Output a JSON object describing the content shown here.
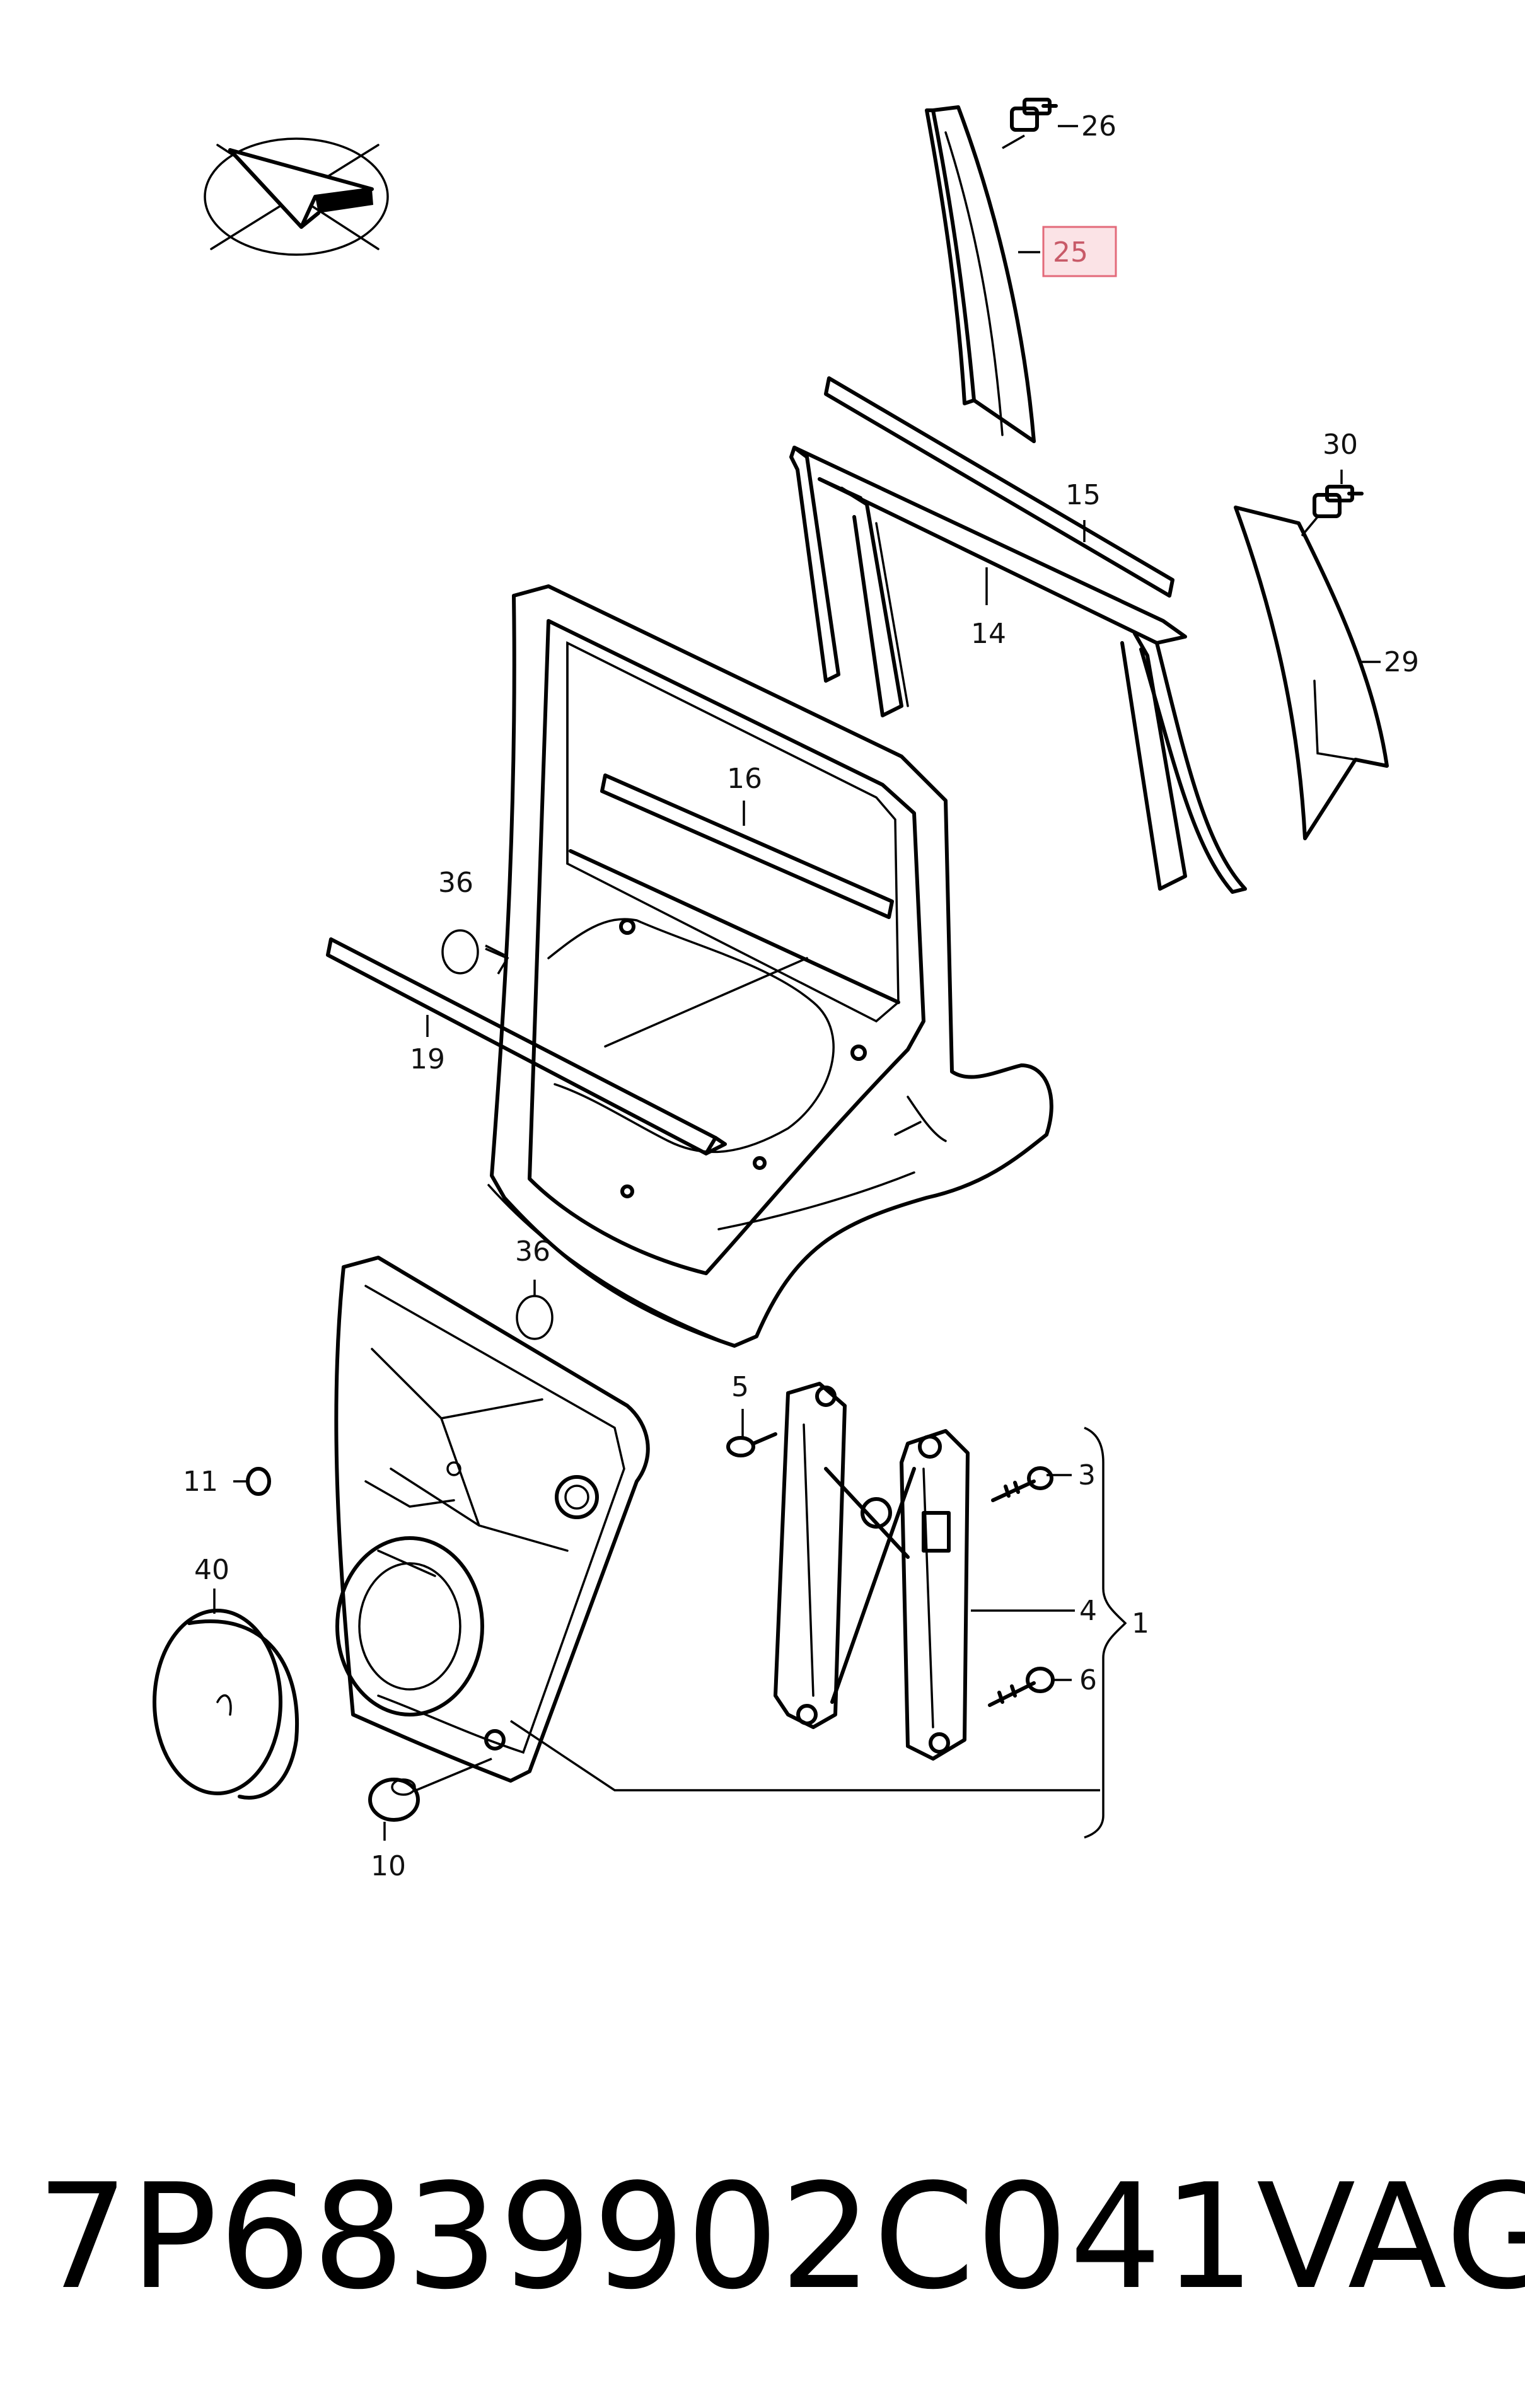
{
  "diagram": {
    "callouts": [
      {
        "id": "26",
        "label": "26"
      },
      {
        "id": "25",
        "label": "25",
        "highlighted": true
      },
      {
        "id": "30",
        "label": "30"
      },
      {
        "id": "15",
        "label": "15"
      },
      {
        "id": "14",
        "label": "14"
      },
      {
        "id": "29",
        "label": "29"
      },
      {
        "id": "16",
        "label": "16"
      },
      {
        "id": "36a",
        "label": "36"
      },
      {
        "id": "19",
        "label": "19"
      },
      {
        "id": "36b",
        "label": "36"
      },
      {
        "id": "5",
        "label": "5"
      },
      {
        "id": "3",
        "label": "3"
      },
      {
        "id": "11",
        "label": "11"
      },
      {
        "id": "4",
        "label": "4"
      },
      {
        "id": "1",
        "label": "1"
      },
      {
        "id": "40",
        "label": "40"
      },
      {
        "id": "6",
        "label": "6"
      },
      {
        "id": "10",
        "label": "10"
      }
    ],
    "highlight_color": "#e36a7a"
  },
  "footer": {
    "part_number": "7P6839902C041",
    "brand": "VAG"
  }
}
